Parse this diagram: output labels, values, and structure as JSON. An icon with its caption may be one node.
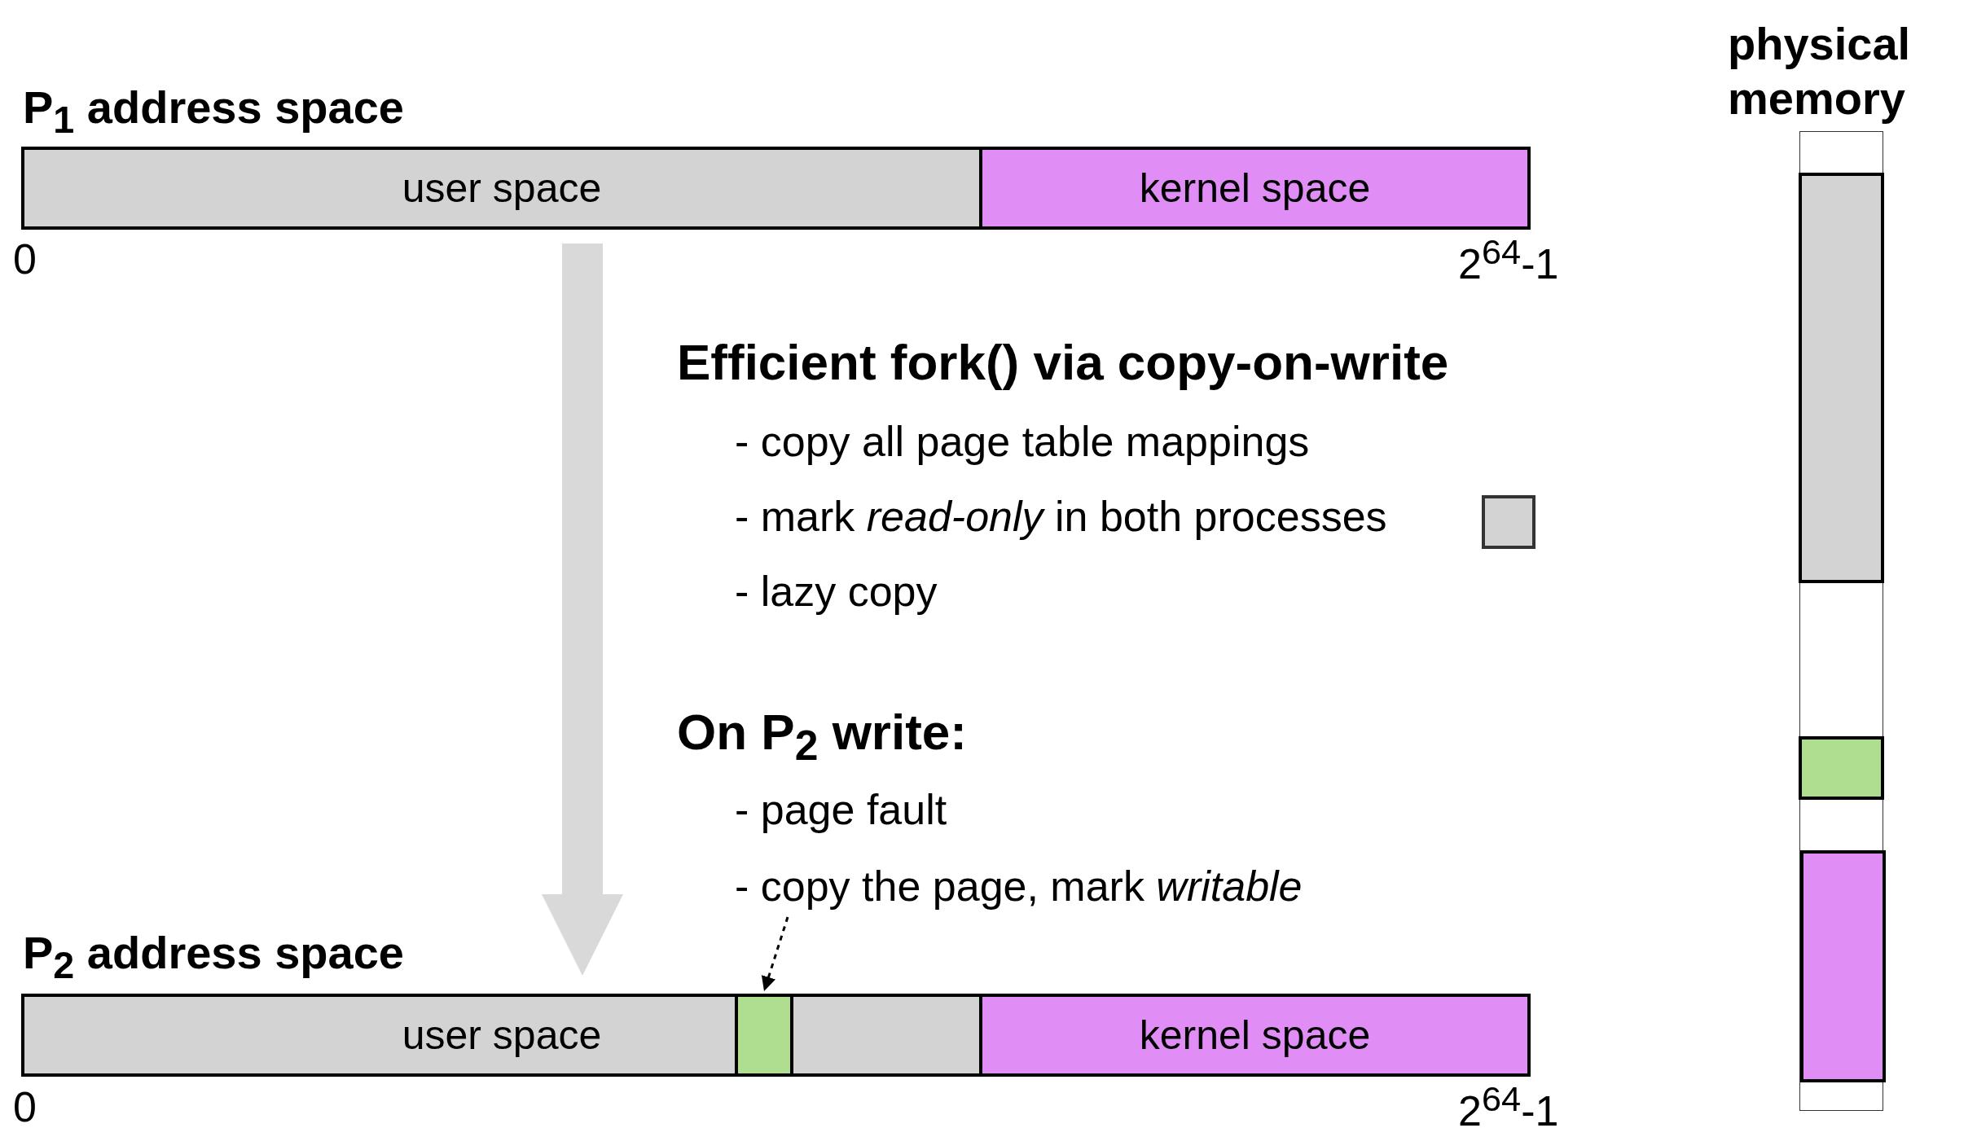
{
  "diagram": {
    "nodes": [
      {
        "text": [
          "user space"
        ]
      },
      {
        "text": [
          "kernel space"
        ]
      },
      {
        "text": [
          "user space"
        ]
      },
      {
        "text": [],
        "shape": "bar",
        "in": 2
      },
      {
        "text": [
          "kernel space"
        ]
      },
      {
        "text": [
          "physical memory"
        ]
      },
      {
        "text": [],
        "shape": "bar",
        "in": 5
      },
      {
        "text": [],
        "shape": "bar",
        "in": 5
      },
      {
        "text": [],
        "shape": "bar",
        "in": 5
      },
      {
        "text": [
          "- copy the page, mark *writable*"
        ]
      }
    ],
    "edges": [
      {
        "from": 0,
        "to": 2,
        "arrow": "to",
        "style": "thick",
        "color": "#d9d9d9"
      },
      {
        "from": 9,
        "to": 3,
        "arrow": "to",
        "style": "dashed",
        "color": "#000000"
      }
    ],
    "labels": [
      "P$_{1}$ address space",
      "0",
      "2$^{64}$-1",
      "Efficient fork() via copy-on-write",
      "- copy all page table mappings",
      "- lazy copy",
      "On P$_{2}$ write:",
      "- page fault",
      "P$_{2}$ address space",
      "0",
      "2$^{64}$-1"
    ],
    "legend": [
      {
        "text": "- mark *read-only* in both processes",
        "color": "#d3d3d3"
      }
    ]
  }
}
